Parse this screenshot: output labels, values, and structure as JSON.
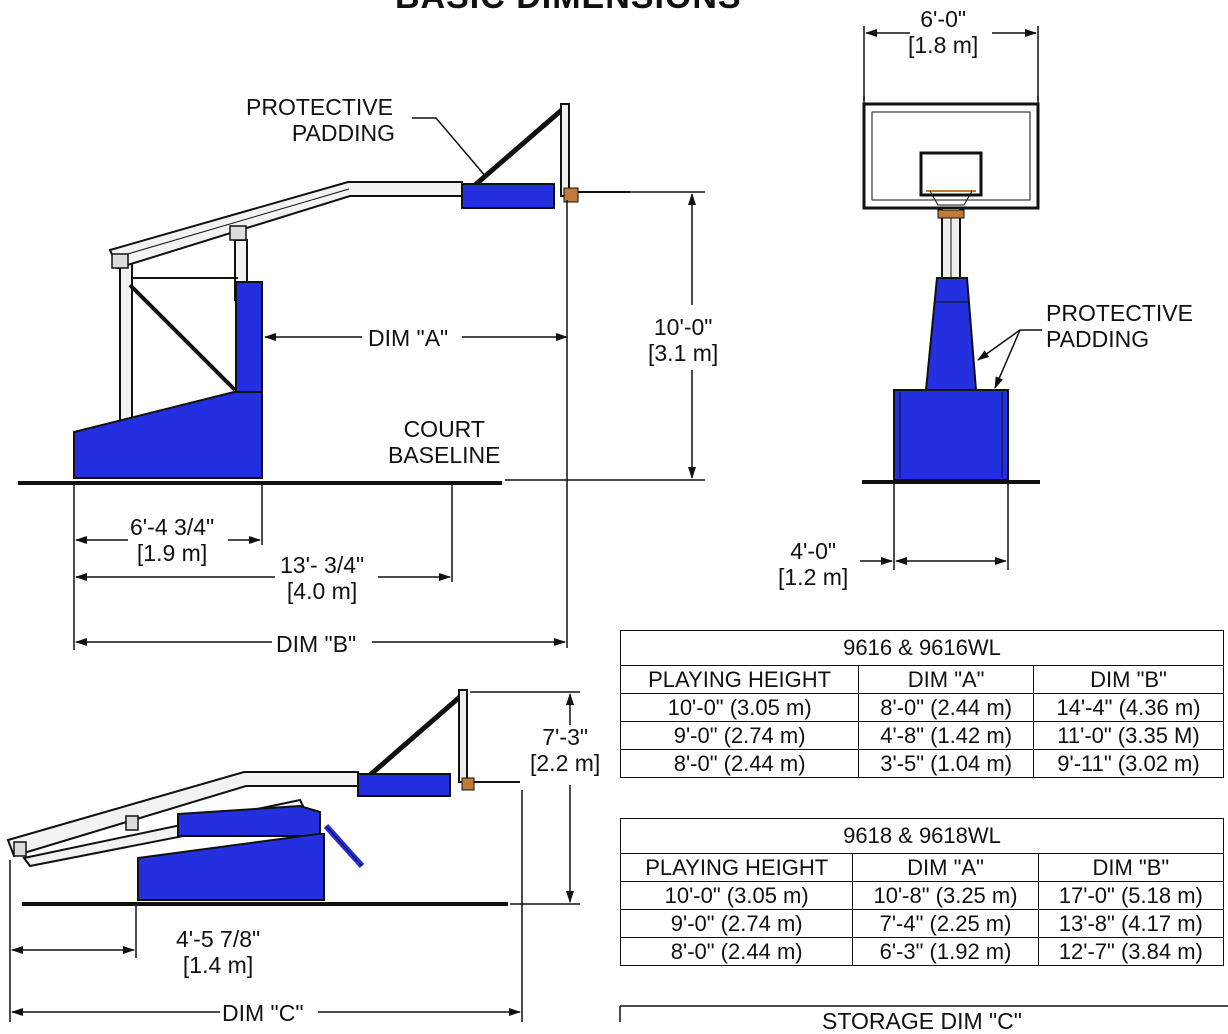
{
  "title": "BASIC DIMENSIONS",
  "side_view": {
    "padding_label": [
      "PROTECTIVE",
      "PADDING"
    ],
    "dim_a": "DIM \"A\"",
    "height_imp": "10'-0\"",
    "height_met": "[3.1 m]",
    "baseline_label": [
      "COURT",
      "BASELINE"
    ],
    "base_depth_imp": "6'-4 3/4\"",
    "base_depth_met": "[1.9 m]",
    "baseline_dist_imp": "13'- 3/4\"",
    "baseline_dist_met": "[4.0 m]",
    "dim_b": "DIM \"B\""
  },
  "front_view": {
    "backboard_width_imp": "6'-0\"",
    "backboard_width_met": "[1.8 m]",
    "padding_label": [
      "PROTECTIVE",
      "PADDING"
    ],
    "base_width_imp": "4'-0\"",
    "base_width_met": "[1.2 m]"
  },
  "storage_view": {
    "height_imp": "7'-3\"",
    "height_met": "[2.2 m]",
    "wheel_dist_imp": "4'-5 7/8\"",
    "wheel_dist_met": "[1.4 m]",
    "dim_c": "DIM \"C\""
  },
  "tables": [
    {
      "title": "9616 & 9616WL",
      "headers": [
        "PLAYING HEIGHT",
        "DIM \"A\"",
        "DIM \"B\""
      ],
      "rows": [
        [
          "10'-0\" (3.05 m)",
          "8'-0\" (2.44 m)",
          "14'-4\" (4.36 m)"
        ],
        [
          "9'-0\" (2.74 m)",
          "4'-8\" (1.42 m)",
          "11'-0\" (3.35 M)"
        ],
        [
          "8'-0\" (2.44 m)",
          "3'-5\" (1.04 m)",
          "9'-11\" (3.02 m)"
        ]
      ]
    },
    {
      "title": "9618 & 9618WL",
      "headers": [
        "PLAYING HEIGHT",
        "DIM \"A\"",
        "DIM \"B\""
      ],
      "rows": [
        [
          "10'-0\" (3.05 m)",
          "10'-8\" (3.25 m)",
          "17'-0\" (5.18 m)"
        ],
        [
          "9'-0\" (2.74 m)",
          "7'-4\" (2.25 m)",
          "13'-8\" (4.17 m)"
        ],
        [
          "8'-0\" (2.44 m)",
          "6'-3\" (1.92 m)",
          "12'-7\" (3.84 m)"
        ]
      ]
    }
  ],
  "storage_table_title": "STORAGE DIM \"C\"",
  "colors": {
    "padding_blue": "#2430e0",
    "line": "#111111",
    "hoop": "#c07a3a"
  }
}
